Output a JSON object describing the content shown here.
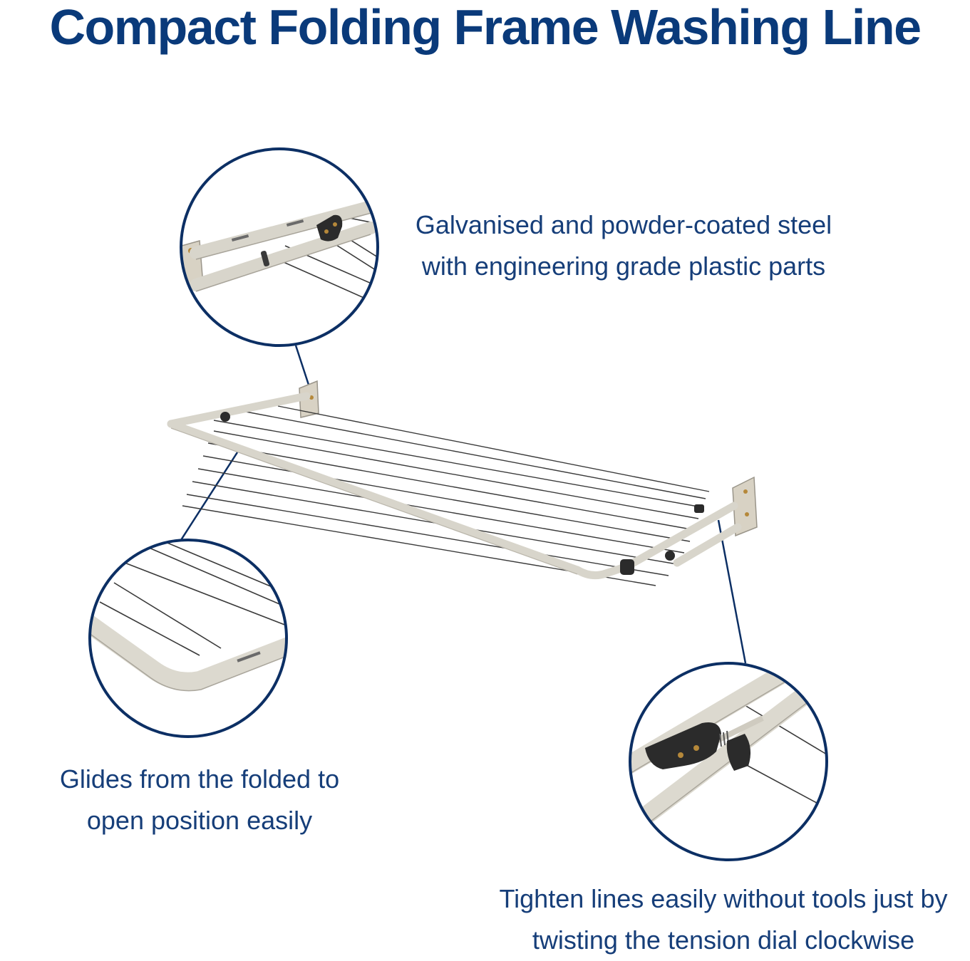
{
  "title": "Compact Folding Frame Washing Line",
  "captions": {
    "material": {
      "line1": "Galvanised and powder-coated steel",
      "line2": "with engineering grade plastic parts"
    },
    "glide": {
      "line1": "Glides from the folded to",
      "line2": "open position easily"
    },
    "tension": {
      "line1": "Tighten lines easily without tools just by",
      "line2": "twisting the tension dial clockwise"
    }
  },
  "colors": {
    "heading": "#0a3a7a",
    "caption": "#163e79",
    "callout_ring": "#0c2f64",
    "frame": "#dcd9cf",
    "line_cord": "#3a3a3a"
  }
}
